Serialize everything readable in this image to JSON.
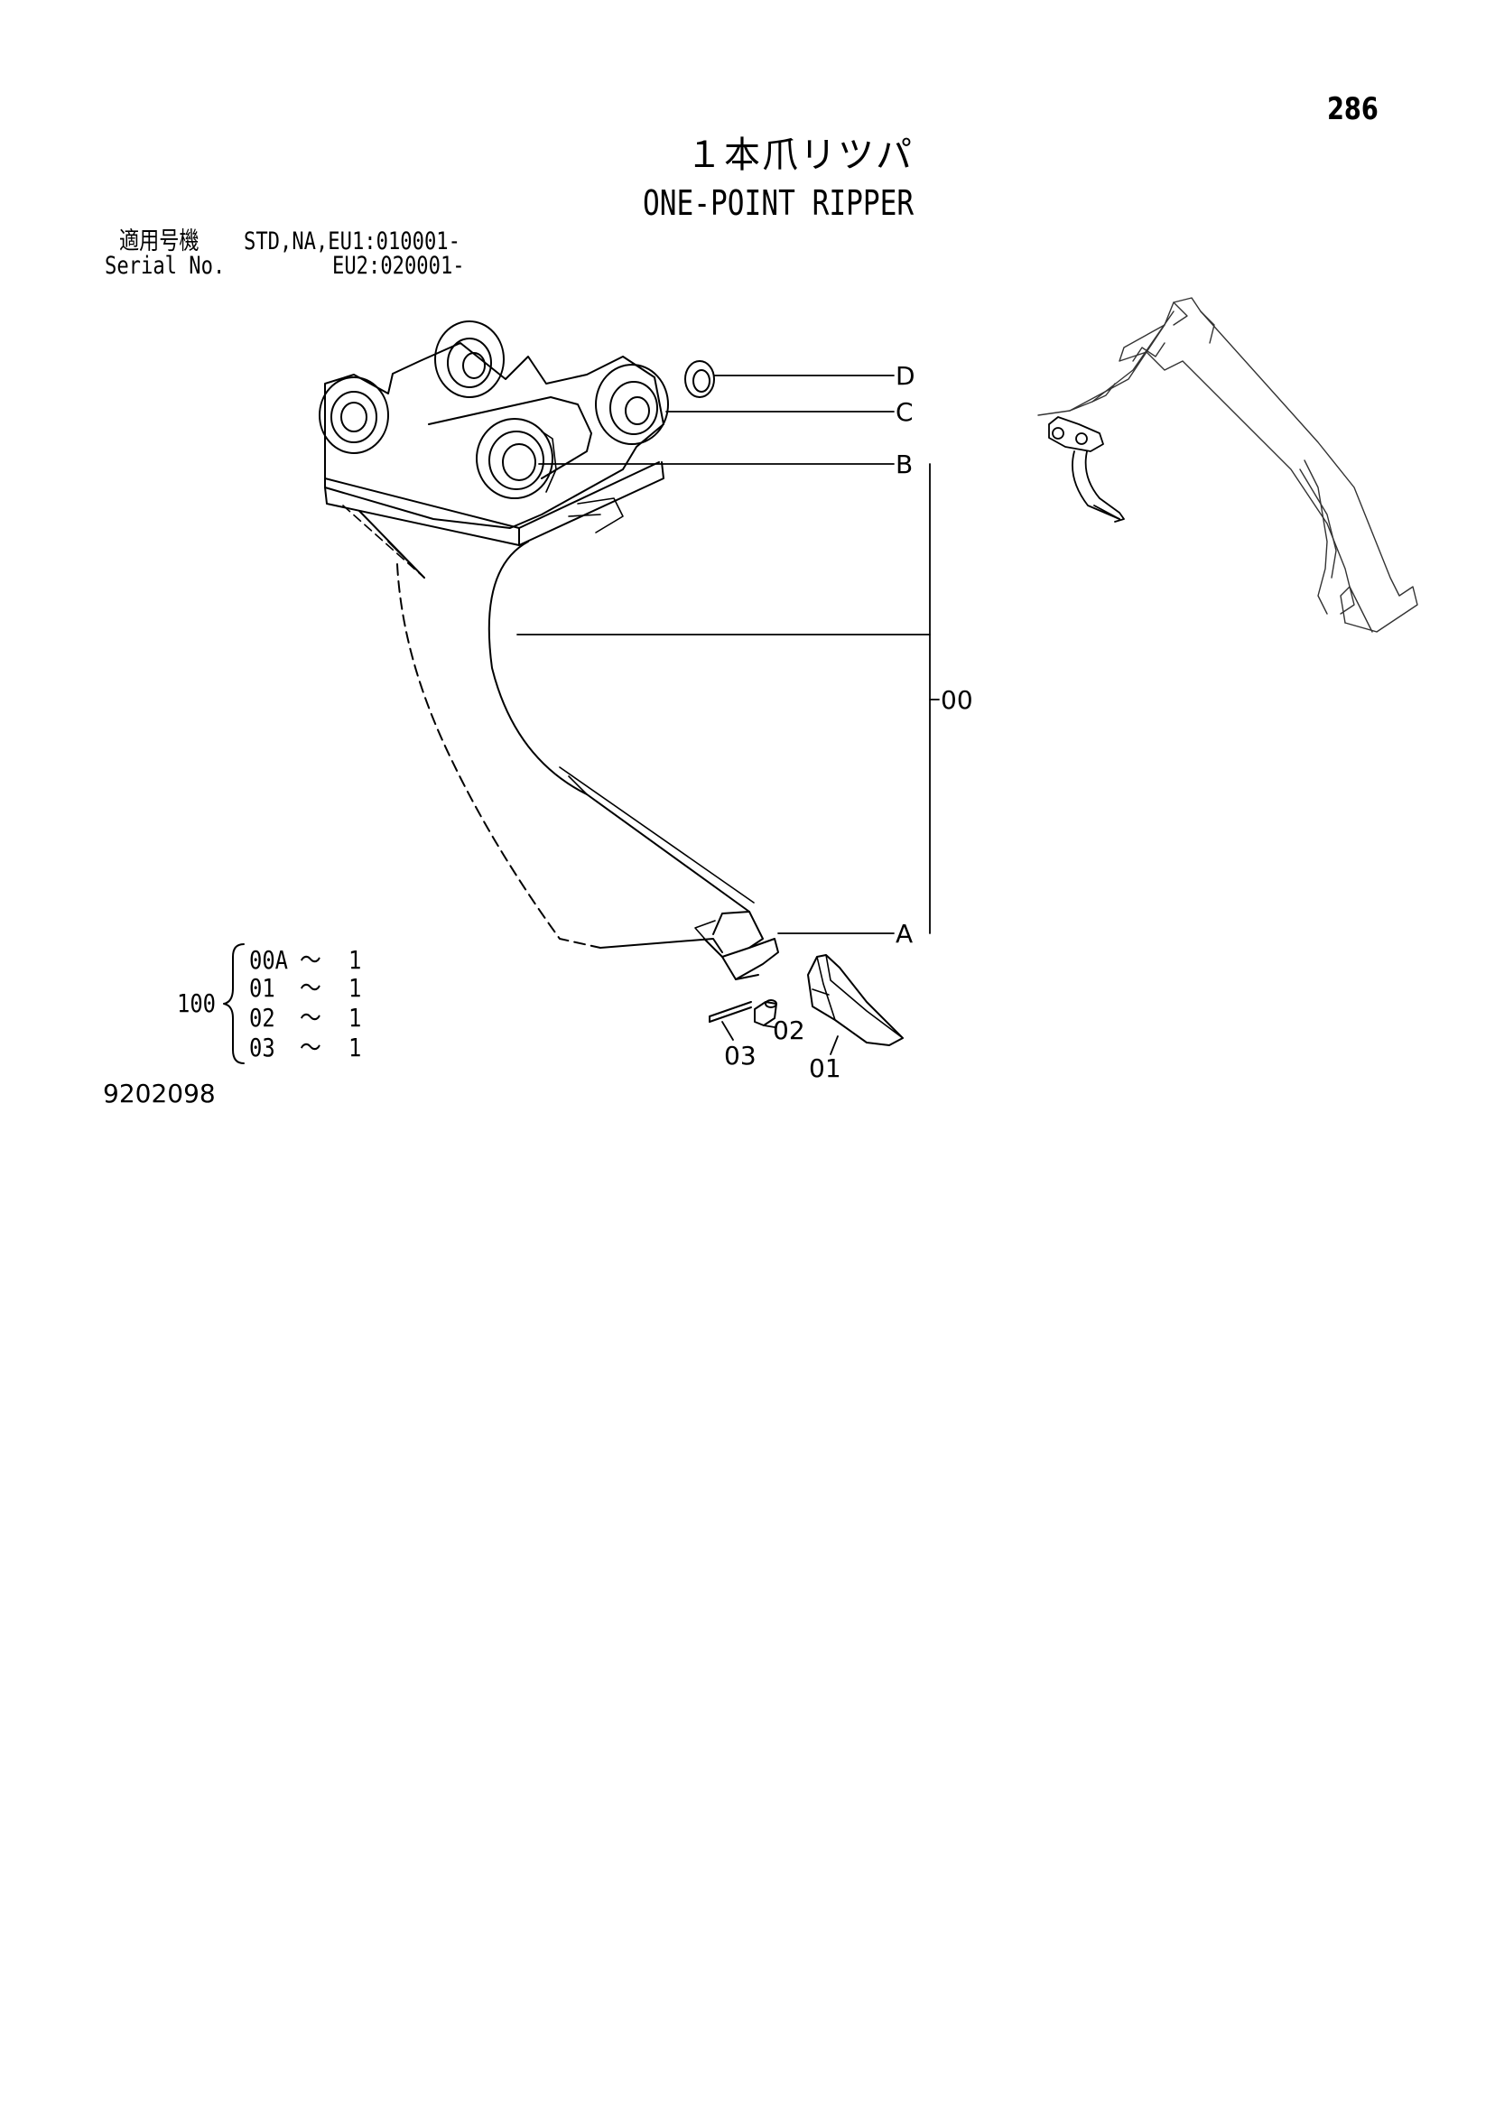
{
  "page_number": "286",
  "title": {
    "japanese": "１本爪リツパ",
    "english": "ONE-POINT RIPPER"
  },
  "serial": {
    "label_jp": "適用号機",
    "label_en": "Serial No.",
    "value_line1": "STD,NA,EU1:010001-",
    "value_line2": "EU2:020001-"
  },
  "callouts": {
    "d": "D",
    "c": "C",
    "b": "B",
    "zero_zero": "00",
    "a": "A",
    "p03": "03",
    "p02": "02",
    "p01": "01"
  },
  "assembly": {
    "number": "100",
    "rows": [
      {
        "part": "00A",
        "tilde": "～",
        "qty": "1"
      },
      {
        "part": "01",
        "tilde": "～",
        "qty": "1"
      },
      {
        "part": "02",
        "tilde": "～",
        "qty": "1"
      },
      {
        "part": "03",
        "tilde": "～",
        "qty": "1"
      }
    ]
  },
  "document_code": "9202098"
}
